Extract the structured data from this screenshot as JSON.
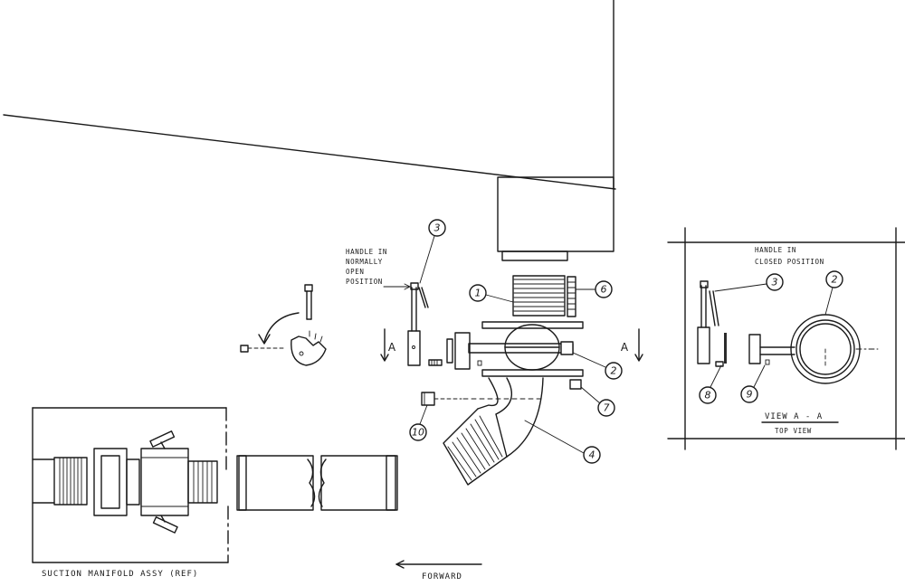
{
  "labels": {
    "handle_open": [
      "HANDLE IN",
      "NORMALLY",
      "OPEN",
      "POSITION"
    ],
    "handle_closed": [
      "HANDLE IN",
      "CLOSED POSITION"
    ],
    "view_title": "VIEW  A - A",
    "view_subtitle": "TOP  VIEW",
    "suction_manifold": "SUCTION  MANIFOLD  ASSY  (REF)",
    "forward": "FORWARD",
    "section_mark": "A"
  },
  "callouts": {
    "c1": "1",
    "c2": "2",
    "c3": "3",
    "c4": "4",
    "c6": "6",
    "c7": "7",
    "c10": "10",
    "va_c2": "2",
    "va_c3": "3",
    "va_c8": "8",
    "va_c9": "9"
  }
}
